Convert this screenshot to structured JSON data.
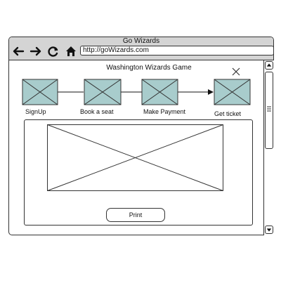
{
  "window": {
    "title": "Go Wizards",
    "address_url": "http://goWizards.com"
  },
  "nav": {
    "back_icon": "arrow-left-icon",
    "forward_icon": "arrow-right-icon",
    "reload_icon": "reload-icon",
    "home_icon": "home-icon"
  },
  "page": {
    "title": "Washington Wizards Game",
    "close_icon": "close-icon",
    "steps": [
      {
        "label": "SignUp"
      },
      {
        "label": "Book a seat"
      },
      {
        "label": "Make Payment"
      },
      {
        "label": "Get ticket"
      }
    ],
    "print_label": "Print"
  },
  "colors": {
    "placeholder_fill": "#a8cccc",
    "chrome_gray": "#d4d4d4",
    "stroke": "#333333"
  }
}
